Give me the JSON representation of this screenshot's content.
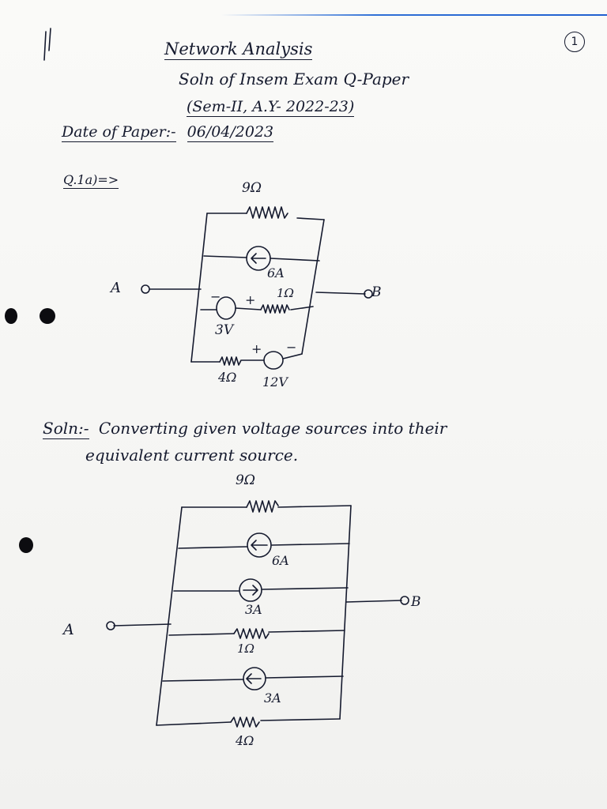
{
  "header": {
    "page_number": "1",
    "subject": "Network Analysis",
    "subtitle": "Soln of Insem Exam Q-Paper",
    "session": "(Sem-II, A.Y- 2022-23)",
    "date_label": "Date of Paper:-",
    "date_value": "06/04/2023"
  },
  "question": {
    "label": "Q.1a)=>"
  },
  "circuit1": {
    "node_a": "A",
    "node_b": "B",
    "r_top": "9Ω",
    "current_source": "6A",
    "source_3v": "3V",
    "r_1ohm": "1Ω",
    "r_4ohm": "4Ω",
    "source_12v": "12V",
    "minus": "−",
    "plus": "+"
  },
  "solution": {
    "label": "Soln:-",
    "line1": "Converting given voltage sources into their",
    "line2": "equivalent current source."
  },
  "circuit2": {
    "node_a": "A",
    "node_b": "B",
    "r_top": "9Ω",
    "source_6a": "6A",
    "source_3a_1": "3A",
    "r_1ohm": "1Ω",
    "source_3a_2": "3A",
    "r_4ohm": "4Ω"
  },
  "colors": {
    "ink": "#151a2e",
    "paper": "#f4f4f2",
    "top_edge": "#2f6fd6"
  }
}
